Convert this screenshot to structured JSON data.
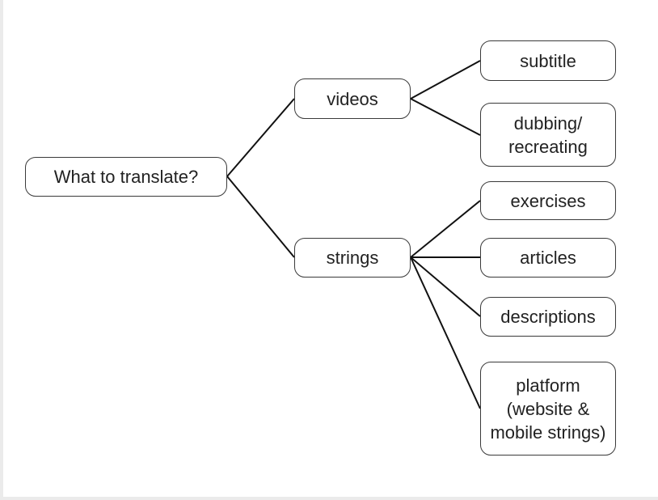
{
  "diagram": {
    "root": "What to translate?",
    "branches": [
      {
        "label": "videos",
        "children": [
          "subtitle",
          "dubbing/\nrecreating"
        ]
      },
      {
        "label": "strings",
        "children": [
          "exercises",
          "articles",
          "descriptions",
          "platform\n(website &\nmobile strings)"
        ]
      }
    ]
  }
}
